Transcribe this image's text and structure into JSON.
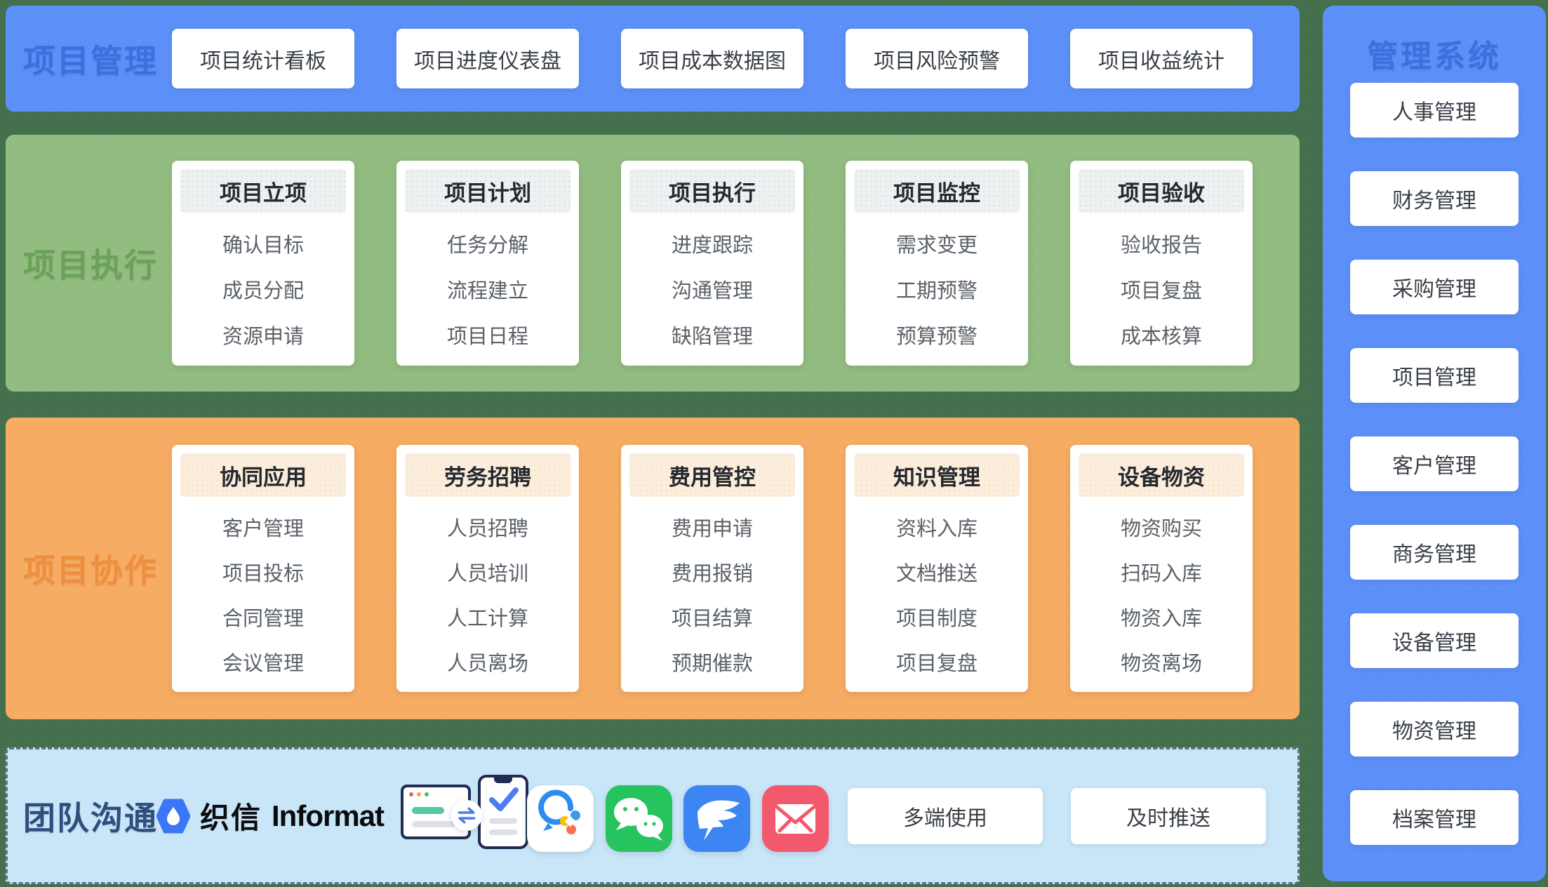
{
  "top_band": {
    "label": "项目管理",
    "buttons": [
      "项目统计看板",
      "项目进度仪表盘",
      "项目成本数据图",
      "项目风险预警",
      "项目收益统计"
    ]
  },
  "execution_band": {
    "label": "项目执行",
    "cards": [
      {
        "header": "项目立项",
        "items": [
          "确认目标",
          "成员分配",
          "资源申请"
        ]
      },
      {
        "header": "项目计划",
        "items": [
          "任务分解",
          "流程建立",
          "项目日程"
        ]
      },
      {
        "header": "项目执行",
        "items": [
          "进度跟踪",
          "沟通管理",
          "缺陷管理"
        ]
      },
      {
        "header": "项目监控",
        "items": [
          "需求变更",
          "工期预警",
          "预算预警"
        ]
      },
      {
        "header": "项目验收",
        "items": [
          "验收报告",
          "项目复盘",
          "成本核算"
        ]
      }
    ]
  },
  "collaboration_band": {
    "label": "项目协作",
    "cards": [
      {
        "header": "协同应用",
        "items": [
          "客户管理",
          "项目投标",
          "合同管理",
          "会议管理"
        ]
      },
      {
        "header": "劳务招聘",
        "items": [
          "人员招聘",
          "人员培训",
          "人工计算",
          "人员离场"
        ]
      },
      {
        "header": "费用管控",
        "items": [
          "费用申请",
          "费用报销",
          "项目结算",
          "预期催款"
        ]
      },
      {
        "header": "知识管理",
        "items": [
          "资料入库",
          "文档推送",
          "项目制度",
          "项目复盘"
        ]
      },
      {
        "header": "设备物资",
        "items": [
          "物资购买",
          "扫码入库",
          "物资入库",
          "物资离场"
        ]
      }
    ]
  },
  "communication_band": {
    "label": "团队沟通",
    "brand": {
      "name_cn": "织信",
      "name_en": "Informat"
    },
    "app_icons": [
      "device-sync-illustration",
      "wecom-icon",
      "wechat-icon",
      "dingtalk-icon",
      "mail-icon"
    ],
    "buttons": [
      "多端使用",
      "及时推送"
    ]
  },
  "sidebar": {
    "title": "管理系统",
    "items": [
      "人事管理",
      "财务管理",
      "采购管理",
      "项目管理",
      "客户管理",
      "商务管理",
      "设备管理",
      "物资管理",
      "档案管理"
    ]
  },
  "colors": {
    "background": "#44704E",
    "blue_band": "#5C90F8",
    "green_band": "#92BC80",
    "orange_band": "#F7AC63",
    "comm_band": "#C9E6F8",
    "blue_label": "#3D6FDE",
    "green_label": "#6BA158",
    "orange_label": "#EE8F3E",
    "navy_label": "#2F4E7D",
    "gray_header_bg": "#EDF1F1",
    "peach_header_bg": "#FCEEDC",
    "brand_blue": "#3B76F6",
    "wechat_green": "#27C35F",
    "dingtalk_blue": "#3D85F2",
    "mail_red": "#F2596C"
  }
}
